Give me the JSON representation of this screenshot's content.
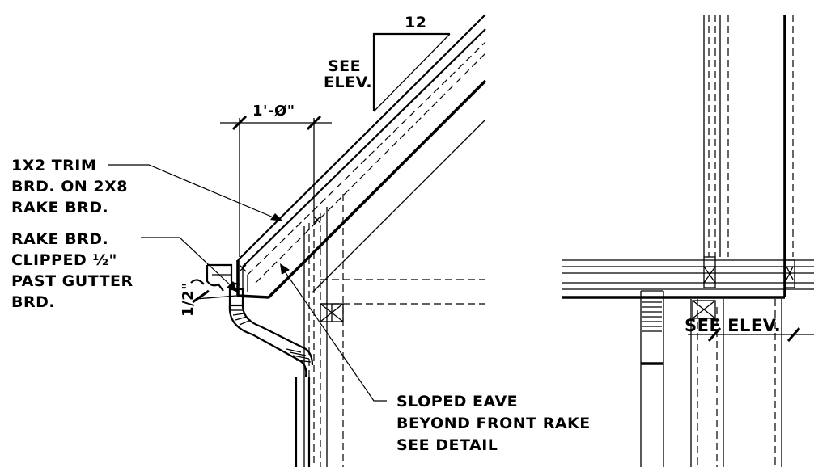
{
  "notes": {
    "slope_rise": "12",
    "see_elev_line1": "SEE",
    "see_elev_line2": "ELEV.",
    "overhang_dim": "1'-Ø\"",
    "trim_line1": "1X2 TRIM",
    "trim_line2": "BRD. ON 2X8",
    "trim_line3": "RAKE BRD.",
    "rake_line1": "RAKE BRD.",
    "rake_line2": "CLIPPED ½\"",
    "rake_line3": "PAST GUTTER",
    "rake_line4": "BRD.",
    "half_inch_dim": "1/2\"",
    "eave_line1": "SLOPED EAVE",
    "eave_line2": "BEYOND FRONT RAKE",
    "eave_line3": "SEE DETAIL",
    "see_elev_right": "SEE ELEV."
  },
  "colors": {
    "ink": "#000000",
    "paper": "#ffffff"
  }
}
